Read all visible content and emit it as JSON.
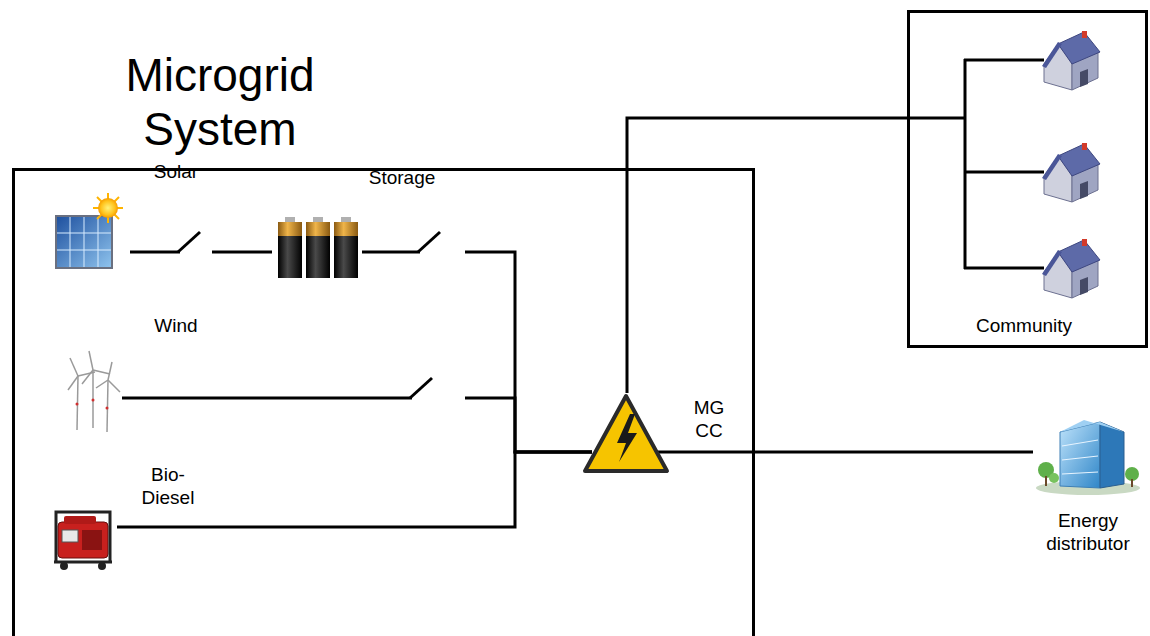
{
  "diagram": {
    "nodes": [
      {
        "text": [
          "Microgrid System"
        ]
      },
      {
        "text": [
          "Solar"
        ],
        "in": 0
      },
      {
        "text": [
          "Storage"
        ],
        "in": 0
      },
      {
        "text": [
          "Wind"
        ],
        "in": 0
      },
      {
        "text": [
          "Bio- Diesel"
        ],
        "in": 0
      },
      {
        "text": [
          "MG CC"
        ],
        "in": 0
      },
      {
        "text": [
          "Community"
        ]
      },
      {
        "text": [
          "Energy distributor"
        ]
      }
    ],
    "edges": [
      {
        "from": 1,
        "to": 2,
        "arrow": "none"
      },
      {
        "from": 2,
        "to": 5,
        "arrow": "none"
      },
      {
        "from": 3,
        "to": 5,
        "arrow": "none"
      },
      {
        "from": 4,
        "to": 5,
        "arrow": "none"
      },
      {
        "from": 5,
        "to": 6,
        "arrow": "none"
      },
      {
        "from": 5,
        "to": 7,
        "arrow": "none"
      }
    ]
  }
}
